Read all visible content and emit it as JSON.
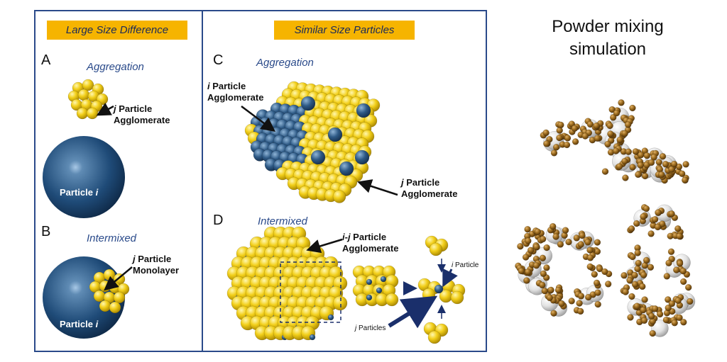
{
  "left_panel": {
    "banner": "Large Size Difference",
    "label_a": "A",
    "aggregation": "Aggregation",
    "j_agg_var": "j",
    "j_agg_text": " Particle",
    "j_agg_text2": "Agglomerate",
    "particle_i_1": "Particle ",
    "particle_i_var": "i",
    "label_b": "B",
    "intermixed": "Intermixed",
    "j_mono_var": "j",
    "j_mono_text": " Particle",
    "j_mono_text2": "Monolayer",
    "particle_i_2": "Particle ",
    "particle_i_var2": "i"
  },
  "middle_panel": {
    "banner": "Similar Size Particles",
    "label_c": "C",
    "aggregation": "Aggregation",
    "i_agg_var": "i",
    "i_agg_text": " Particle",
    "i_agg_text2": "Agglomerate",
    "j_agg_var": "j",
    "j_agg_text": " Particle",
    "j_agg_text2": "Agglomerate",
    "label_d": "D",
    "intermixed": "Intermixed",
    "ij_var": "i-j",
    "ij_text": " Particle",
    "ij_text2": "Agglomerate",
    "i_particle_var": "i",
    "i_particle_text": " Particle",
    "j_particles_var": "j",
    "j_particles_text": " Particles"
  },
  "right_panel": {
    "title_line1": "Powder mixing",
    "title_line2": "simulation"
  },
  "colors": {
    "frame": "#2a4a8a",
    "banner": "#f6b400",
    "gold": "#f2cf1a",
    "blue_sphere": "#2e5a86",
    "white_sphere": "#e6e6e6",
    "brown_sphere": "#9a6a1e"
  }
}
